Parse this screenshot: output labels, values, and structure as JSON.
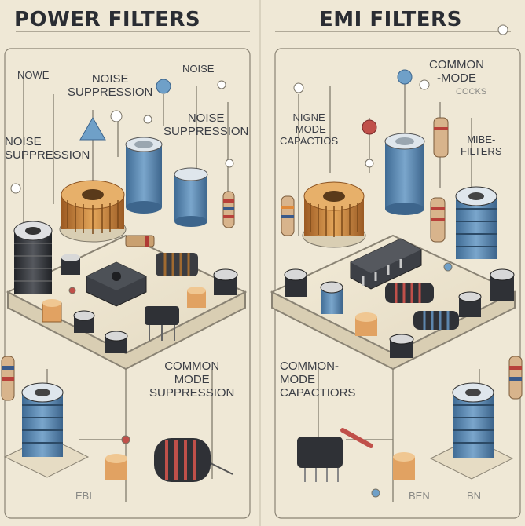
{
  "left_panel": {
    "title": "POWER FILTERS",
    "labels": {
      "nowe": "NOWE",
      "noise_suppression_top": "NOISE\nSUPPRESSION",
      "noise_small": "NOISE",
      "noise_suppression_left": "NOISE\nSUPPRESSION",
      "noise_suppression_right": "NOISE\nSUPPRESSION",
      "common_mode": "COMMON\nMODE\nSUPPRESSION",
      "ebi": "EBI"
    }
  },
  "right_panel": {
    "title": "EMI FILTERS",
    "labels": {
      "common_mode_top": "COMMON\n-MODE",
      "cocks": "COCKS",
      "nigne_mode": "NIGNE\n-MODE\nCAPACTIOS",
      "mibe_filters": "MIBE-\nFILTERS",
      "common_mode_caps": "COMMON-\nMODE\nCAPACTIORS",
      "ben": "BEN",
      "bn": "BN"
    }
  },
  "colors": {
    "background": "#efe8d6",
    "line": "#7a7466",
    "copper": "#c98a3c",
    "blue": "#5d86ad",
    "red": "#c0504a",
    "dark": "#2f3136"
  }
}
